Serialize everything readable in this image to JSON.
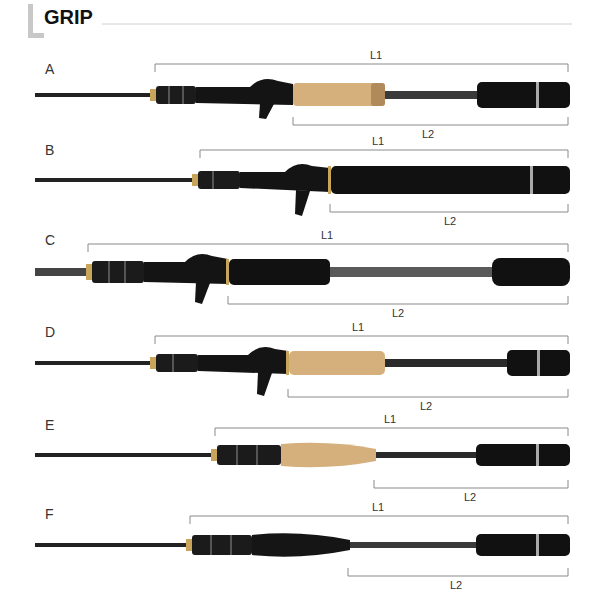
{
  "diagram": {
    "title": "GRIP",
    "labels": [
      "A",
      "L1",
      "L2",
      "B",
      "L1",
      "L2",
      "C",
      "L1",
      "L2",
      "D",
      "L1",
      "L2",
      "E",
      "L1",
      "L2",
      "F",
      "L1",
      "L2"
    ]
  }
}
